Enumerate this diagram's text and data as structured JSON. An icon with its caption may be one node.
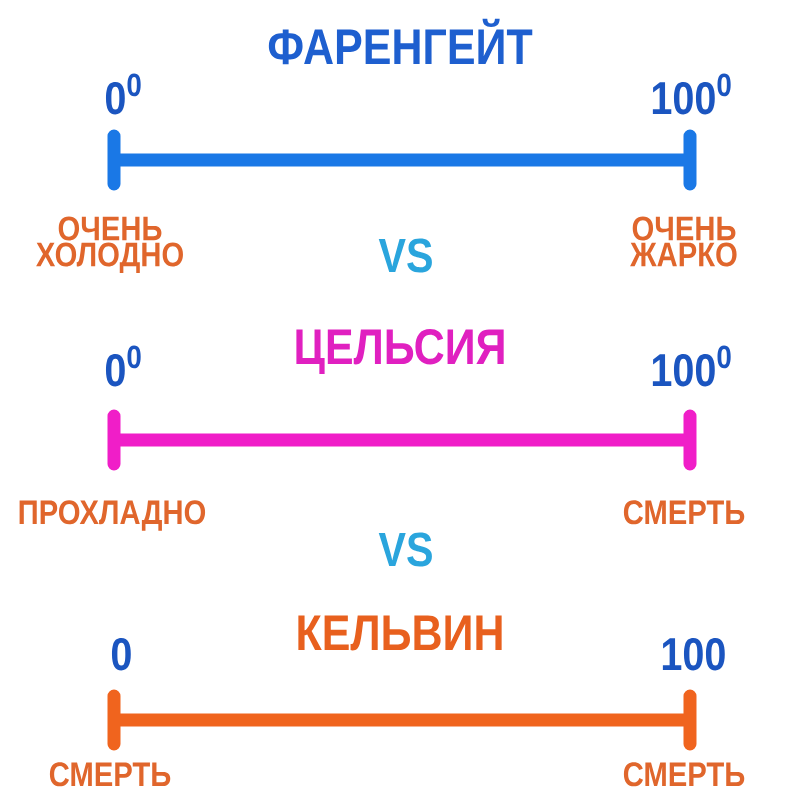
{
  "diagram": {
    "labels": [
      "ФАРЕНГЕЙТ",
      "0$^{0}$",
      "100$^{0}$",
      "ОЧЕНЬ ХОЛОДНО",
      "VS",
      "ОЧЕНЬ ЖАРКО",
      "0$^{0}$",
      "ЦЕЛЬСИЯ",
      "100$^{0}$",
      "ПРОХЛАДНО",
      "СМЕРТЬ",
      "VS",
      "КЕЛЬВИН",
      "0",
      "100",
      "СМЕРТЬ",
      "СМЕРТЬ"
    ]
  }
}
